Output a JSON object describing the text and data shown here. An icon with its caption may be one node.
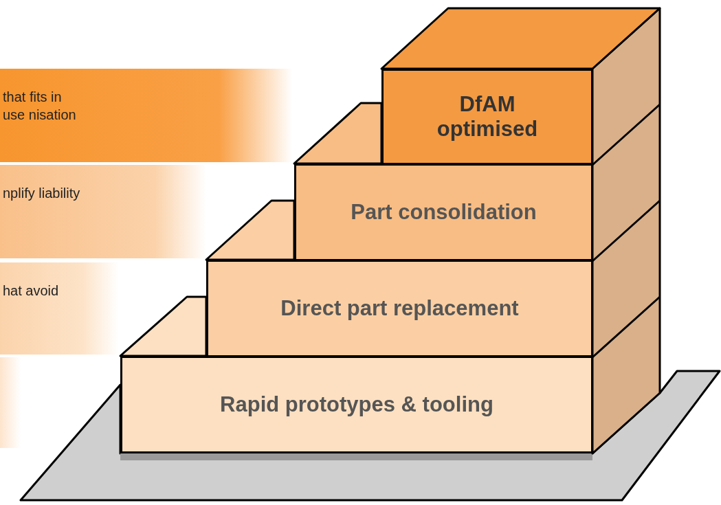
{
  "diagram": {
    "nodes": [
      {
        "text": [
          "that fits in use nisation"
        ]
      },
      {
        "text": [
          "nplify liability"
        ]
      },
      {
        "text": [
          "hat avoid"
        ]
      },
      {
        "text": [],
        "shape": "bar"
      },
      {
        "text": [
          "DfAM optimised"
        ]
      },
      {
        "text": [
          "Part consolidation"
        ]
      },
      {
        "text": [
          "Direct part replacement"
        ]
      },
      {
        "text": [
          "Rapid prototypes & tooling"
        ]
      }
    ]
  }
}
